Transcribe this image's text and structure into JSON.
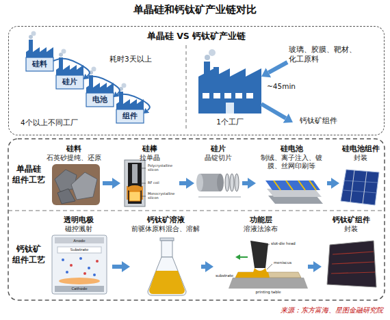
{
  "diagram": {
    "title": "单晶硅和钙钛矿产业链对比",
    "caption": "来源：东方富海、星图金融研究院",
    "nodes": [
      {
        "text": [
          "单晶硅 VS 钙钛矿产业链"
        ]
      },
      {
        "text": [
          "硅料"
        ],
        "in": 0
      },
      {
        "text": [
          "硅片"
        ],
        "in": 0
      },
      {
        "text": [
          "电池"
        ],
        "in": 0
      },
      {
        "text": [
          "组件"
        ],
        "in": 0
      },
      {
        "text": [
          "1个工厂"
        ],
        "in": 0
      },
      {
        "text": [
          "玻璃、胶膜、靶材、化工原料"
        ],
        "in": 0
      },
      {
        "text": [
          "钙钛矿组件"
        ],
        "in": 0
      },
      {
        "text": [
          "单晶硅 组件工艺"
        ]
      },
      {
        "text": [
          "硅料",
          "石英砂提纯、还原"
        ],
        "in": 8
      },
      {
        "text": [
          "硅棒",
          "拉单晶"
        ],
        "in": 8
      },
      {
        "text": [
          "硅片",
          "晶锭切片"
        ],
        "in": 8
      },
      {
        "text": [
          "硅电池",
          "制绒、离子注入、镀膜、丝网印刷等"
        ],
        "in": 8
      },
      {
        "text": [
          "硅电池组件",
          "封装"
        ],
        "in": 8
      },
      {
        "text": [
          "钙钛矿 组件工艺"
        ]
      },
      {
        "text": [
          "透明电极",
          "磁控溅射"
        ],
        "in": 14
      },
      {
        "text": [
          "钙钛矿溶液",
          "前驱体原料混合、溶解"
        ],
        "in": 14
      },
      {
        "text": [
          "功能层",
          "溶液法涂布"
        ],
        "in": 14
      },
      {
        "text": [
          "钙钛矿组件",
          "封装"
        ],
        "in": 14
      }
    ],
    "edges": [
      {
        "from": 1,
        "to": 2,
        "arrow": "to"
      },
      {
        "from": 2,
        "to": 3,
        "arrow": "to"
      },
      {
        "from": 3,
        "to": 4,
        "arrow": "to"
      },
      {
        "from": 6,
        "to": 5,
        "arrow": "to"
      },
      {
        "from": 5,
        "to": 7,
        "arrow": "to"
      },
      {
        "from": 9,
        "to": 10,
        "arrow": "to"
      },
      {
        "from": 10,
        "to": 11,
        "arrow": "to"
      },
      {
        "from": 11,
        "to": 12,
        "arrow": "to"
      },
      {
        "from": 12,
        "to": 13,
        "arrow": "to"
      },
      {
        "from": 15,
        "to": 16,
        "arrow": "to"
      },
      {
        "from": 16,
        "to": 17,
        "arrow": "to"
      },
      {
        "from": 17,
        "to": 18,
        "arrow": "to"
      }
    ],
    "labels": [
      "耗时3天以上",
      "4个以上不同工厂",
      "~45min",
      "Polycrystalline silicon",
      "RF coil",
      "Monocrystalline silicon",
      "Anode",
      "Substrate",
      "Cathode",
      "slot-die head",
      "meniscus",
      "substrate",
      "printing table"
    ]
  }
}
